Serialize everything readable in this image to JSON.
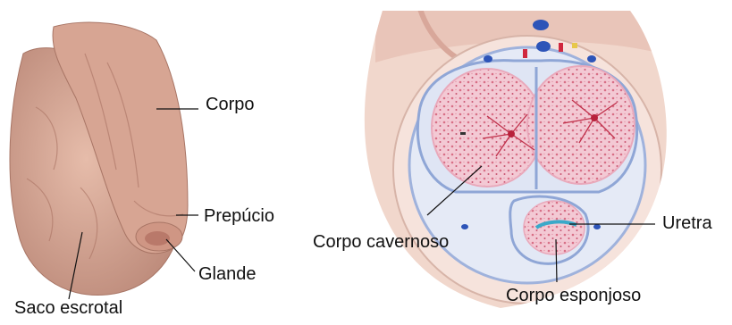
{
  "left_figure": {
    "labels": {
      "body": "Corpo",
      "foreskin": "Prepúcio",
      "glans": "Glande",
      "scrotum": "Saco escrotal"
    }
  },
  "right_figure": {
    "labels": {
      "corpus_cavernosum": "Corpo cavernoso",
      "urethra": "Uretra",
      "corpus_spongiosum": "Corpo esponjoso"
    }
  },
  "colors": {
    "skin": "#d9aa98",
    "skin_shadow": "#b98676",
    "tunica": "#8fa6d6",
    "erectile_tissue": "#f2c6d2",
    "vessel": "#c0304a",
    "outer_layer": "#f3dcd3",
    "leader_line": "#111111"
  }
}
